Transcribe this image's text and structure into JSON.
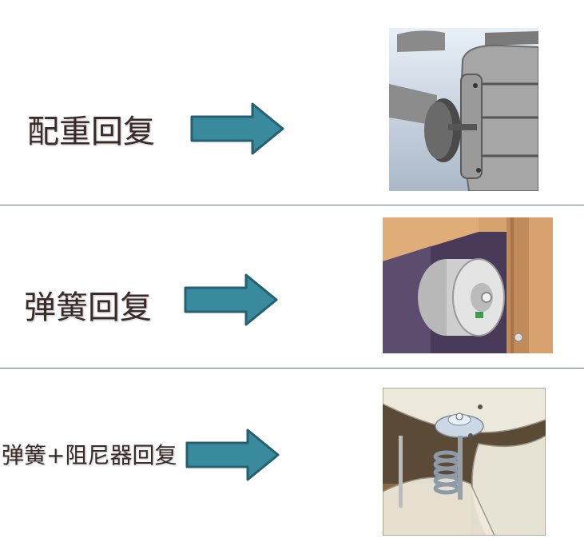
{
  "rows": [
    {
      "label": "配重回复",
      "image_icon": "counterweight-mechanism-render"
    },
    {
      "label": "弹簧回复",
      "image_icon": "spring-mechanism-render"
    },
    {
      "label": "弹簧+阻尼器回复",
      "image_icon": "spring-damper-mechanism-render"
    }
  ],
  "colors": {
    "arrow_fill": "#3a8a9e",
    "arrow_stroke": "#24606f",
    "divider": "#5c7590",
    "label_text": "#3a2a2a"
  }
}
